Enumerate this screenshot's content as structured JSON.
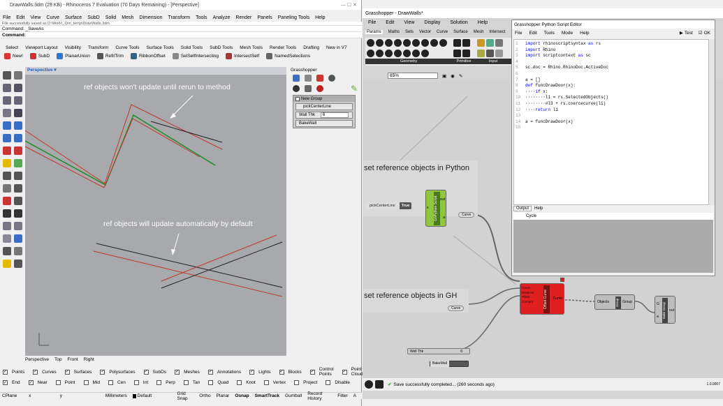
{
  "rhino": {
    "title": "DrawWalls.3dm (29 KB) - Rhinoceros 7 Evaluation (70 Days Remaining) - [Perspective]",
    "menu": [
      "File",
      "Edit",
      "View",
      "Curve",
      "Surface",
      "SubD",
      "Solid",
      "Mesh",
      "Dimension",
      "Transform",
      "Tools",
      "Analyze",
      "Render",
      "Panels",
      "Paneling Tools",
      "Help"
    ],
    "history_line": "File successfully saved as D:\\Work\\_Orn_temp\\DrawWalls.3dm.",
    "command_history": "Command: _SaveAs",
    "command_prompt": "Command:",
    "toolbar_tabs": [
      "Select",
      "Viewport Layout",
      "Visibility",
      "Transform",
      "Curve Tools",
      "Surface Tools",
      "Solid Tools",
      "SubD Tools",
      "Mesh Tools",
      "Render Tools",
      "Drafting",
      "New in V7"
    ],
    "toolbar_buttons": [
      "New!",
      "SubD",
      "PlanarUnion",
      "RefitTrim",
      "RibbonOffset",
      "SelSelfIntersecting",
      "IntersectSelf",
      "NamedSelections"
    ],
    "viewport_label": "Perspective",
    "viewport_tabs": [
      "Perspective",
      "Top",
      "Front",
      "Right"
    ],
    "annotation_top": "ref objects  won't update until rerun to method",
    "annotation_bottom": "ref objects will update automatically by default",
    "osnap_row1": [
      {
        "label": "Points",
        "checked": true
      },
      {
        "label": "Curves",
        "checked": true
      },
      {
        "label": "Surfaces",
        "checked": true
      },
      {
        "label": "Polysurfaces",
        "checked": true
      },
      {
        "label": "SubDs",
        "checked": true
      },
      {
        "label": "Meshes",
        "checked": true
      },
      {
        "label": "Annotations",
        "checked": true
      },
      {
        "label": "Lights",
        "checked": true
      },
      {
        "label": "Blocks",
        "checked": true
      },
      {
        "label": "Control Points",
        "checked": true
      },
      {
        "label": "Point Clouds",
        "checked": true
      }
    ],
    "osnap_row2": [
      {
        "label": "End",
        "checked": true
      },
      {
        "label": "Near",
        "checked": true
      },
      {
        "label": "Point",
        "checked": false
      },
      {
        "label": "Mid",
        "checked": false
      },
      {
        "label": "Cen",
        "checked": false
      },
      {
        "label": "Int",
        "checked": false
      },
      {
        "label": "Perp",
        "checked": false
      },
      {
        "label": "Tan",
        "checked": false
      },
      {
        "label": "Quad",
        "checked": false
      },
      {
        "label": "Knot",
        "checked": false
      },
      {
        "label": "Vertex",
        "checked": false
      },
      {
        "label": "Project",
        "checked": false
      },
      {
        "label": "Disable",
        "checked": false
      }
    ],
    "status": {
      "cplane": "CPlane",
      "x": "x",
      "y": "y",
      "units": "Millimeters",
      "layer": "Default",
      "toggles": [
        "Grid Snap",
        "Ortho",
        "Planar",
        "Osnap",
        "SmartTrack",
        "Gumball",
        "Record History",
        "Filter"
      ],
      "tail": "A"
    },
    "gh_panel": {
      "title": "Grasshopper",
      "group": "New Group",
      "pick_button": "pickCenterLine",
      "slider_label": "Wall Thk",
      "slider_value": "6",
      "bake_button": "BakeWall"
    }
  },
  "grasshopper": {
    "title": "Grasshopper - DrawWalls*",
    "menu": [
      "File",
      "Edit",
      "View",
      "Display",
      "Solution",
      "Help"
    ],
    "tabs": [
      "Params",
      "Maths",
      "Sets",
      "Vector",
      "Curve",
      "Surface",
      "Mesh",
      "Intersect"
    ],
    "ribbon_groups": [
      "Geometry",
      "Primitive",
      "Input"
    ],
    "zoom": "85%",
    "canvas": {
      "group1_title": "set reference objects in Python",
      "group2_title": "set reference objects in GH",
      "pick_param": "pickCenterLine",
      "toggle_value": "True",
      "python_comp": "GhPython Script",
      "py_in": [
        "x"
      ],
      "py_out": [
        "out",
        "a"
      ],
      "curve_out": "Curve",
      "curve_param": "Curve",
      "offset_comp": "Offset Curve",
      "offset_inputs": [
        "Curve",
        "Distance",
        "Plane",
        "Corners"
      ],
      "offset_output": "Curve",
      "group_comp": "Group",
      "group_in": "Objects",
      "group_out": "Group",
      "bake_comp": "Bake Group",
      "bake_in": [
        "G",
        "a"
      ],
      "bake_out": "out",
      "wallthk_label": "Wall Thk",
      "wallthk_value": "6",
      "bakewall_label": "BakeWall"
    },
    "status": "Save successfully completed... (260 seconds ago)",
    "version": "1.0.0007"
  },
  "editor": {
    "title": "Grasshopper Python Script Editor",
    "menu": [
      "File",
      "Edit",
      "Tools",
      "Mode",
      "Help"
    ],
    "test_button": "Test",
    "ok_button": "OK",
    "code_lines": [
      "import rhinoscriptsyntax as rs",
      "import Rhino",
      "import scriptcontext as sc",
      "",
      "sc.doc = Rhino.RhinoDoc.ActiveDoc",
      "",
      "a = []",
      "def funcDrawDoor(x):",
      "····if x:",
      "········l1 = rs.SelectedObjects()",
      "········#l3 + rs.coercecurve(l1)",
      "····return l1",
      "",
      "a = funcDrawDoor(x)",
      ""
    ],
    "out_tabs": [
      "Output",
      "Help"
    ],
    "output_text": "Cycle"
  },
  "colors": {
    "python_green": "#8ec63f",
    "offset_red": "#e02020",
    "gh_canvas": "#d2d2d2",
    "viewport_bg": "#a8a9ad"
  }
}
